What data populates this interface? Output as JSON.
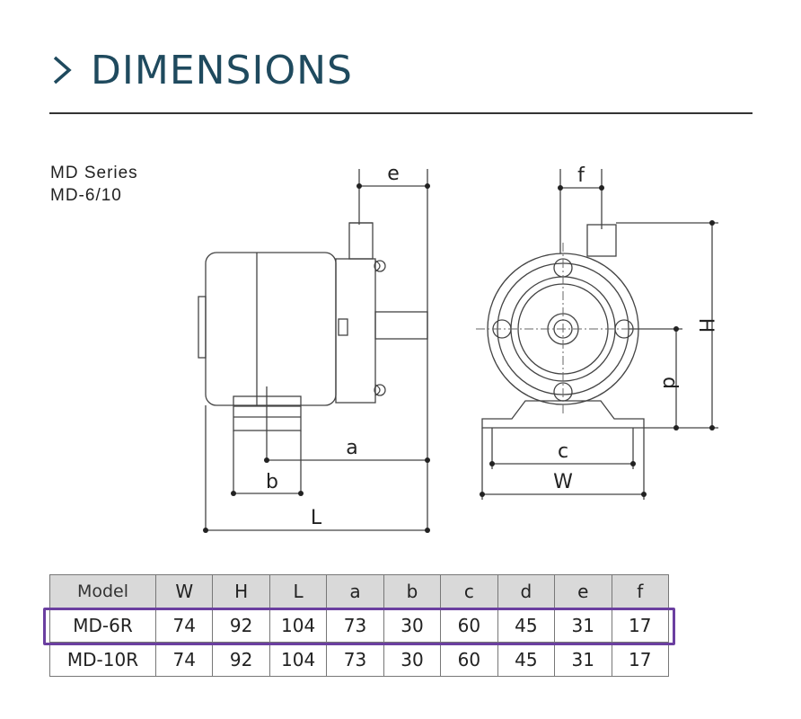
{
  "header": {
    "title": "DIMENSIONS"
  },
  "series": {
    "line1": "MD Series",
    "line2": "MD-6/10"
  },
  "diagram": {
    "labels": {
      "e": "e",
      "a": "a",
      "b": "b",
      "L": "L",
      "f": "f",
      "H": "H",
      "d": "d",
      "c": "c",
      "W": "W"
    }
  },
  "table": {
    "headers": [
      "Model",
      "W",
      "H",
      "L",
      "a",
      "b",
      "c",
      "d",
      "e",
      "f"
    ],
    "rows": [
      [
        "MD-6R",
        "74",
        "92",
        "104",
        "73",
        "30",
        "60",
        "45",
        "31",
        "17"
      ],
      [
        "MD-10R",
        "74",
        "92",
        "104",
        "73",
        "30",
        "60",
        "45",
        "31",
        "17"
      ]
    ],
    "highlighted_row": "MD-6R",
    "highlight_color": "#6b3fa0"
  },
  "colors": {
    "title": "#1f4a5e",
    "header_bg": "#d9d9d9"
  }
}
